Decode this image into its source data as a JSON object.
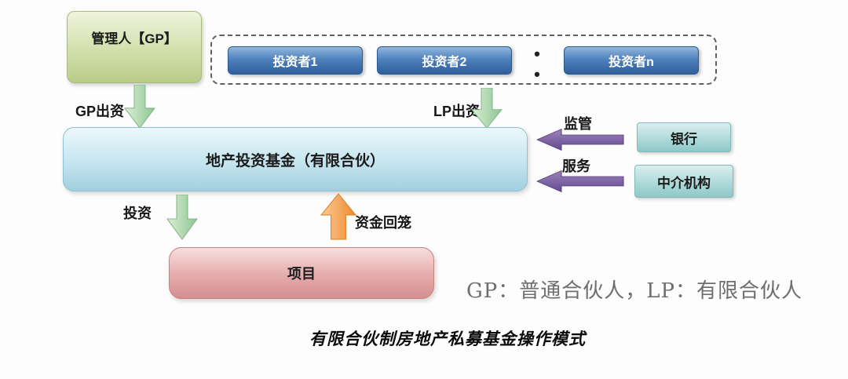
{
  "diagram": {
    "manager": {
      "label": "管理人【GP】"
    },
    "investors": {
      "items": [
        {
          "label": "投资者1"
        },
        {
          "label": "投资者2"
        },
        {
          "label": "投资者n"
        }
      ],
      "dots": "• •"
    },
    "fund": {
      "label": "地产投资基金（有限合伙）"
    },
    "project": {
      "label": "项目"
    },
    "bank": {
      "label": "银行"
    },
    "intermediary": {
      "label": "中介机构"
    },
    "flows": {
      "gp_contribution": "GP出资",
      "lp_contribution": "LP出资",
      "supervision": "监管",
      "service": "服务",
      "investment": "投资",
      "capital_return": "资金回笼"
    },
    "legend": "GP：普通合伙人，LP：有限合伙人",
    "title": "有限合伙制房地产私募基金操作模式"
  },
  "colors": {
    "manager_box": "#c4d596",
    "investor_box": "#4f81bd",
    "fund_box": "#bfe2ee",
    "project_box": "#e0a2a2",
    "side_box": "#a8d6d6",
    "green_arrow": "#9ecb9f",
    "orange_arrow": "#f79646",
    "purple_arrow": "#7b5fa0"
  }
}
